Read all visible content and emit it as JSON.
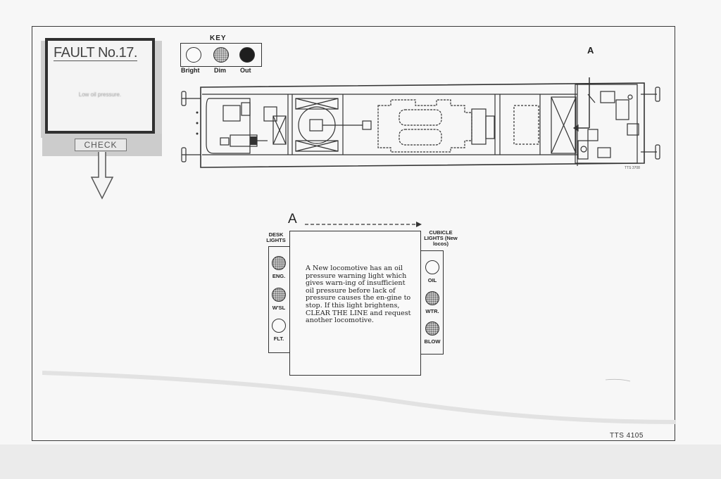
{
  "fault": {
    "title": "FAULT No.17.",
    "description": "Low oil pressure.",
    "check_label": "CHECK"
  },
  "key": {
    "title": "KEY",
    "items": [
      {
        "label": "Bright",
        "state": "bright"
      },
      {
        "label": "Dim",
        "state": "dim"
      },
      {
        "label": "Out",
        "state": "out"
      }
    ]
  },
  "diagram": {
    "section_marker": "A",
    "drawing_ref": "TTS 3708"
  },
  "panel": {
    "marker": "A",
    "desk_lights_label": "DESK LIGHTS",
    "cubicle_lights_label": "CUBICLE LIGHTS (New locos)",
    "desk_lights": [
      {
        "label": "ENG.",
        "state": "dim"
      },
      {
        "label": "W'SL",
        "state": "dim"
      },
      {
        "label": "FLT.",
        "state": "bright"
      }
    ],
    "cubicle_lights": [
      {
        "label": "OIL",
        "state": "bright"
      },
      {
        "label": "WTR.",
        "state": "dim"
      },
      {
        "label": "BLOW",
        "state": "dim"
      }
    ],
    "text": "A New locomotive has an oil pressure warning light which gives warn-ing of insufficient oil pressure before lack of pressure causes the en-gine to stop. If this light brightens, CLEAR THE LINE and request another locomotive."
  },
  "page_ref": "TTS 4105"
}
